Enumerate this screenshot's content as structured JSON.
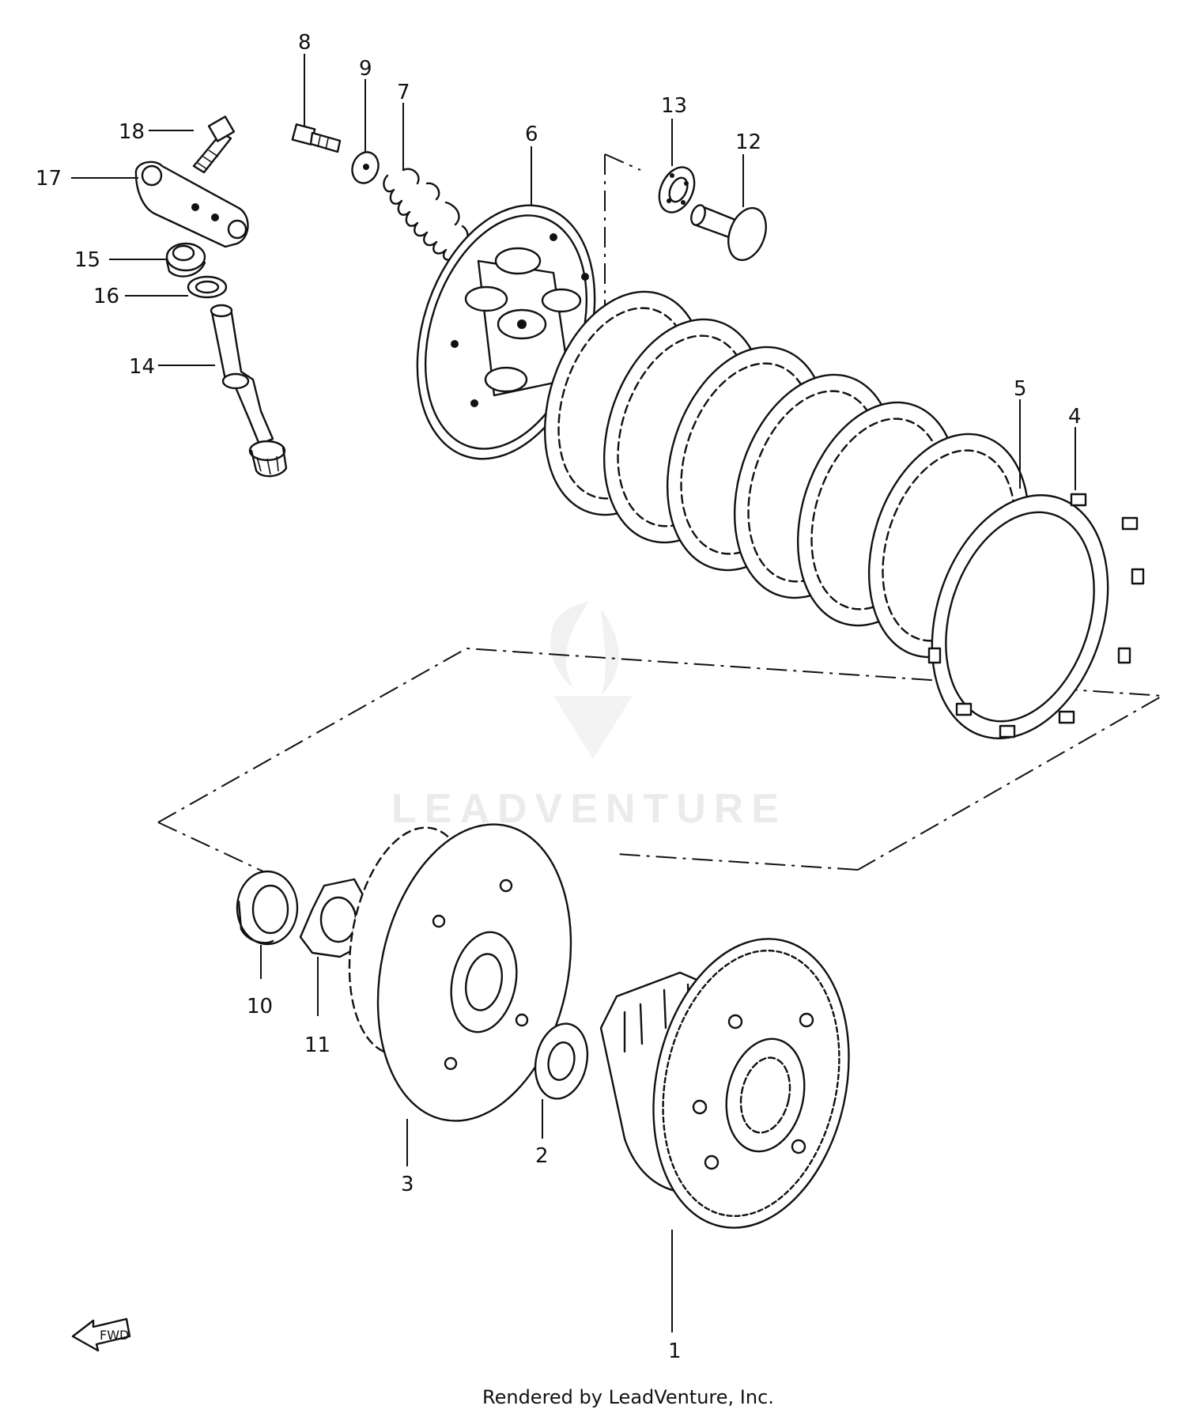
{
  "diagram": {
    "callouts": [
      "1",
      "2",
      "3",
      "4",
      "5",
      "6",
      "7",
      "8",
      "9",
      "10",
      "11",
      "12",
      "13",
      "14",
      "15",
      "16",
      "17",
      "18"
    ],
    "watermark": "LEADVENTURE",
    "arrow_label": "FWD",
    "footer": "Rendered by LeadVenture, Inc."
  }
}
